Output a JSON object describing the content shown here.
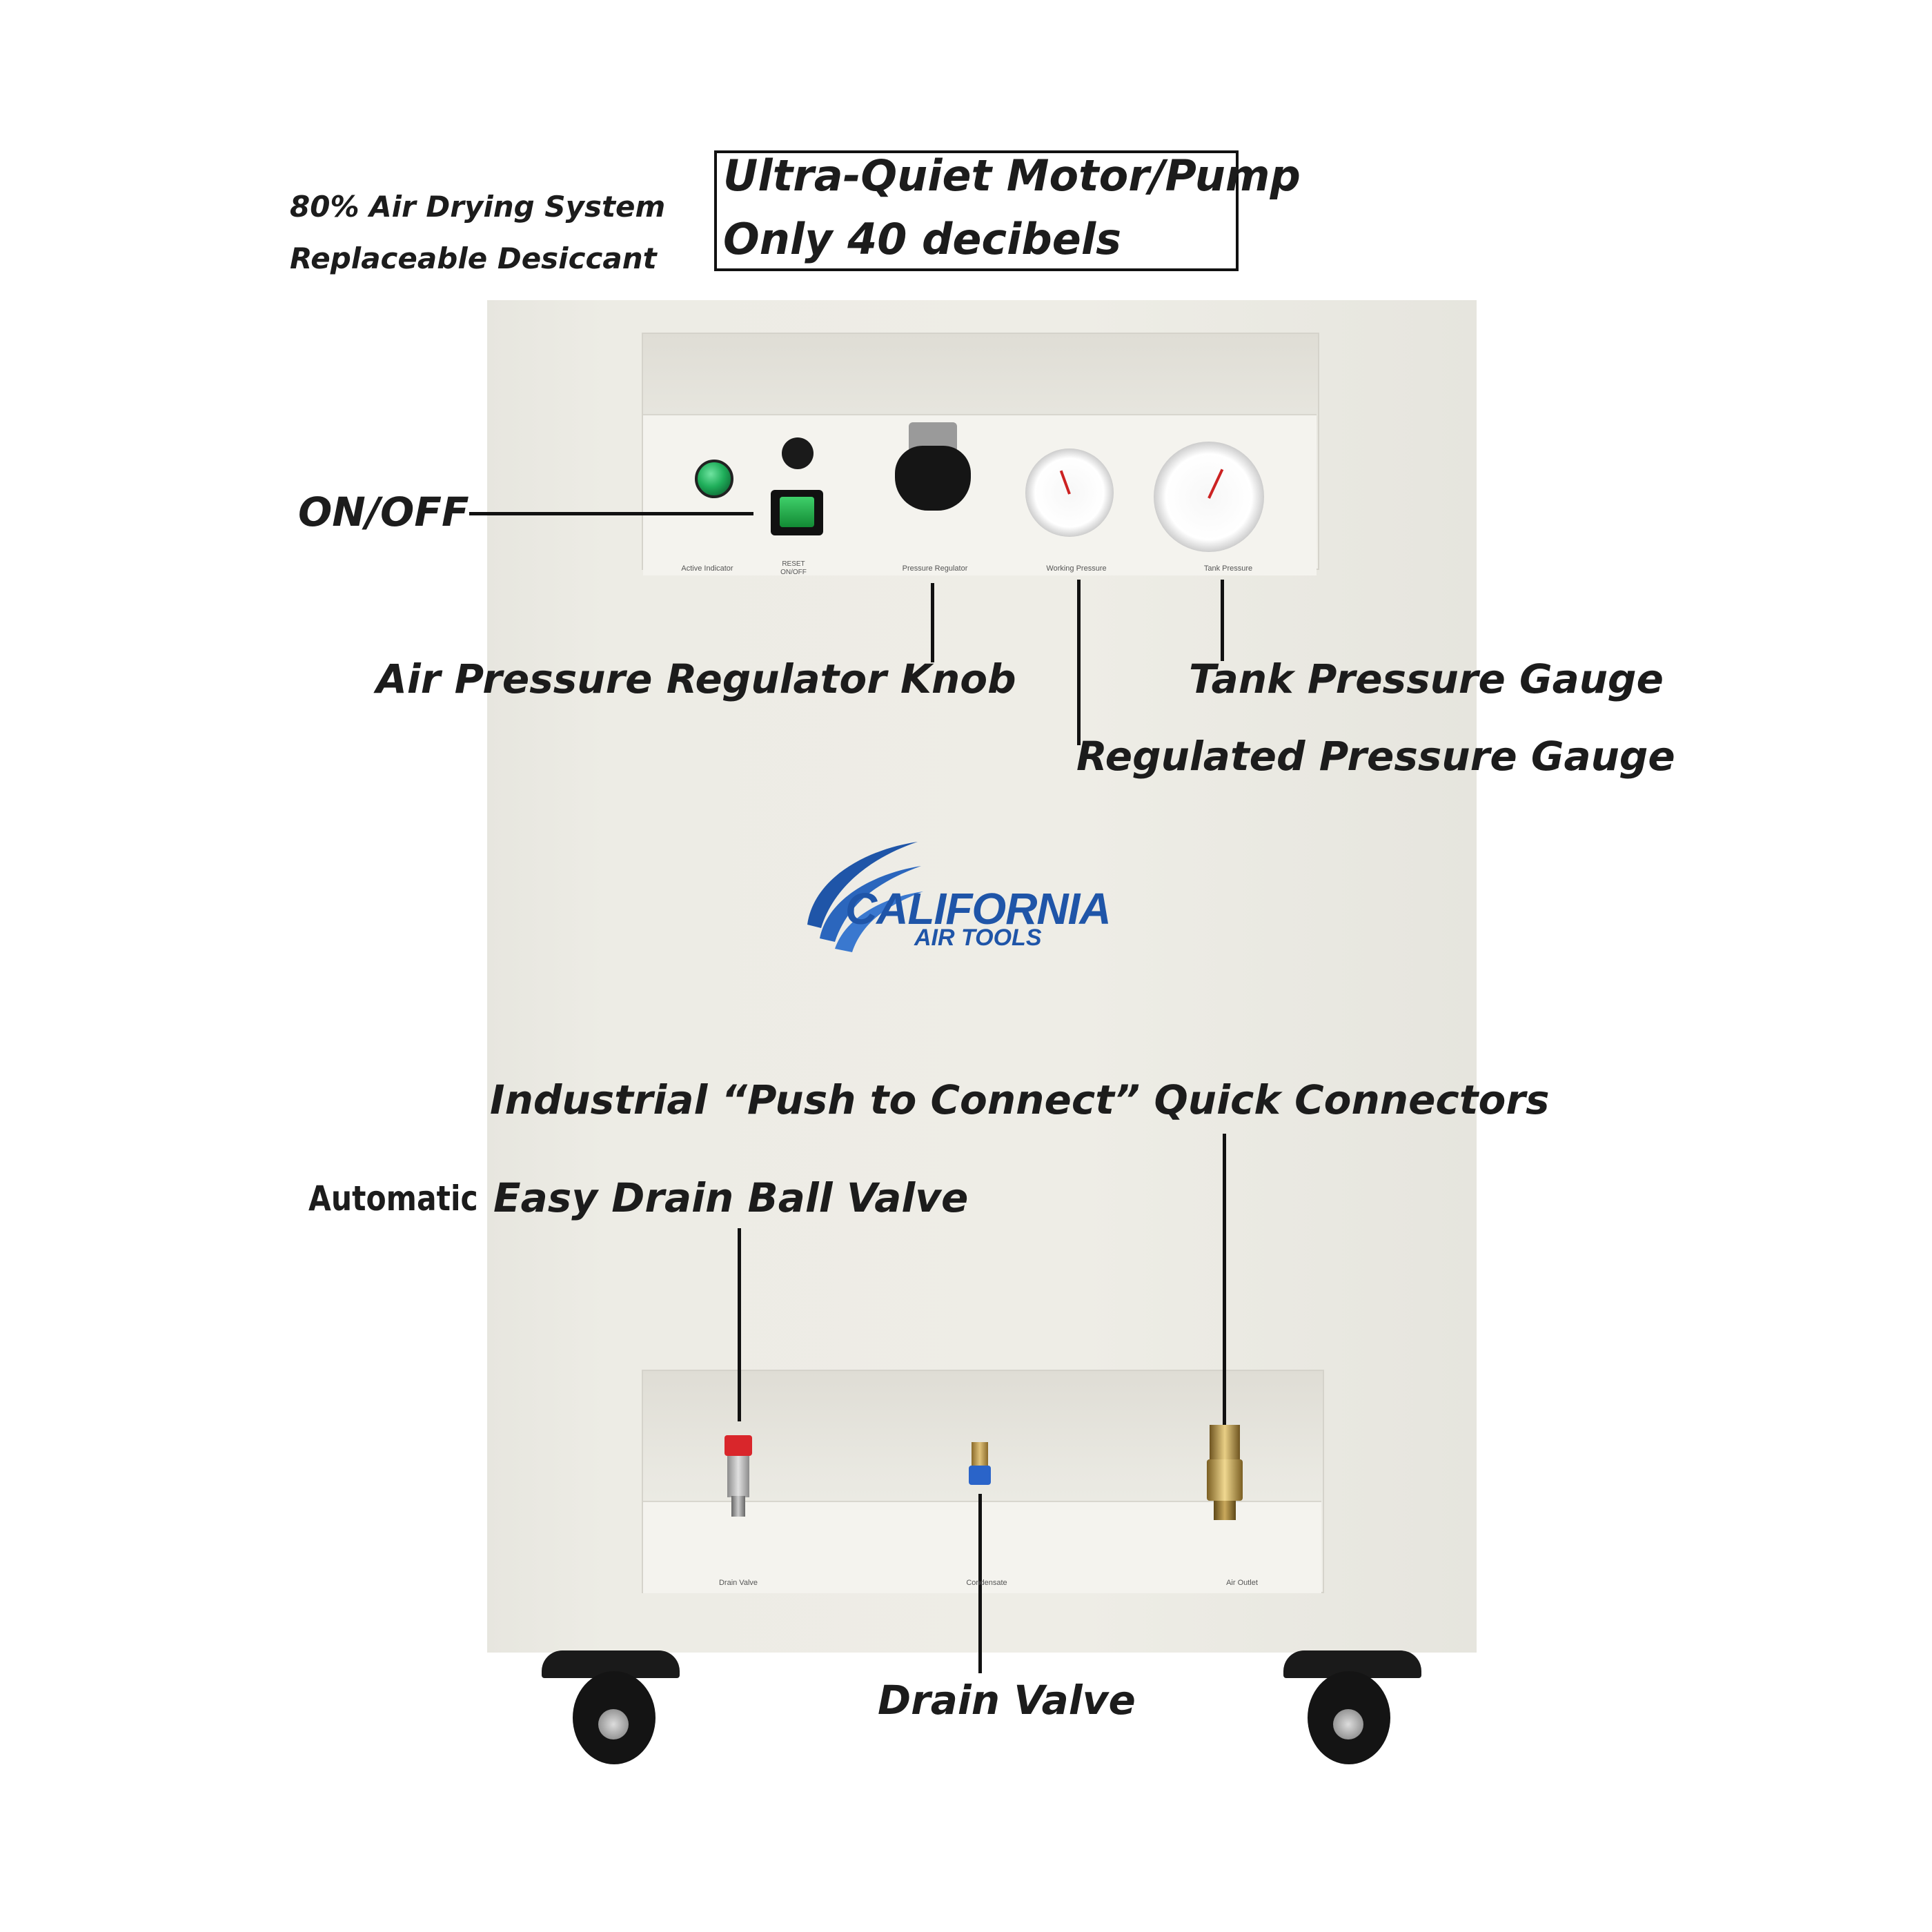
{
  "callouts": {
    "air_drying_line1": "80% Air Drying System",
    "air_drying_line2": "Replaceable Desiccant",
    "motor_line1": "Ultra-Quiet Motor/Pump",
    "motor_line2": "Only 40 decibels",
    "on_off": "ON/OFF",
    "regulator_knob": "Air Pressure Regulator Knob",
    "tank_gauge": "Tank Pressure Gauge",
    "regulated_gauge": "Regulated Pressure Gauge",
    "quick_connectors": "Industrial “Push to Connect” Quick Connectors",
    "automatic": "Automatic",
    "ball_valve": "Easy Drain Ball Valve",
    "drain_valve": "Drain Valve"
  },
  "top_panel_labels": {
    "active_indicator": "Active Indicator",
    "reset_line1": "RESET",
    "reset_line2": "ON/OFF",
    "pressure_regulator": "Pressure Regulator",
    "working_pressure": "Working Pressure",
    "tank_pressure": "Tank Pressure"
  },
  "bottom_panel_labels": {
    "drain_valve": "Drain Valve",
    "condensate": "Condensate",
    "air_outlet": "Air Outlet"
  },
  "logo": {
    "brand": "CALIFORNIA",
    "subtitle": "AIR TOOLS",
    "color": "#1f55a8"
  },
  "colors": {
    "indicator_green": "#1fae5a",
    "switch_green": "#1a9a3c",
    "valve_red": "#d9262b",
    "connector_blue": "#2a64c9"
  }
}
